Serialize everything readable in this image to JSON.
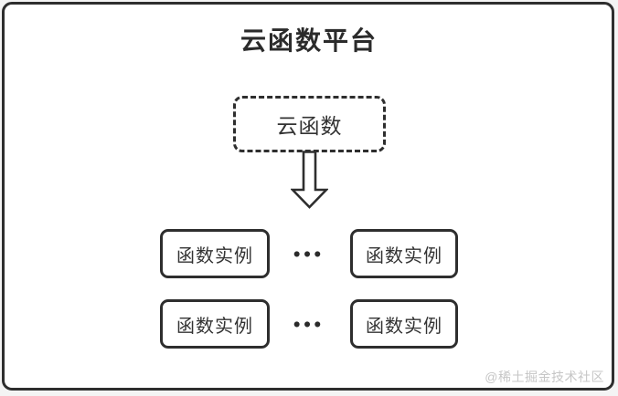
{
  "diagram": {
    "title": "云函数平台",
    "cloud_function": {
      "label": "云函数"
    },
    "instances": {
      "rows": [
        [
          "函数实例",
          "函数实例"
        ],
        [
          "函数实例",
          "函数实例"
        ]
      ],
      "separator": "•••"
    },
    "watermark": "@稀土掘金技术社区",
    "icons": {
      "down_arrow": "block-down-arrow-icon"
    },
    "colors": {
      "frame_border": "#2e2e2e",
      "node_border": "#2e2e2e",
      "text": "#333333",
      "title_text": "#2b2b2b",
      "watermark_text": "#c6c6c6",
      "canvas_background": "#ffffff"
    }
  }
}
